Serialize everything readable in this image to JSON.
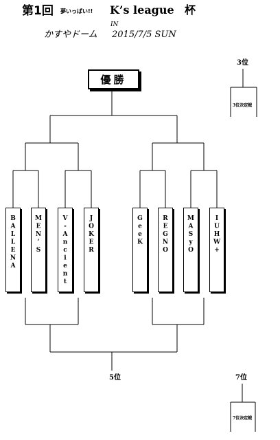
{
  "header": {
    "title_number": "第1回",
    "title_subtitle": "夢いっぱい!!",
    "title_main": "K’s league",
    "title_cup": "杯",
    "in_label": "IN",
    "venue": "かすやドーム",
    "date": "2015/7/5  SUN"
  },
  "bracket": {
    "champion_label": "優勝",
    "third_place_label": "3位",
    "third_place_note": "3位決定戦",
    "fifth_place_label": "5位",
    "seventh_place_label": "7位",
    "seventh_place_note": "7位決定戦",
    "teams": [
      "BALLENA",
      "MEN’S",
      "V-Ancient",
      "JOKER",
      "GeeK",
      "REGNO",
      "MASyO",
      "IUHW+"
    ]
  }
}
